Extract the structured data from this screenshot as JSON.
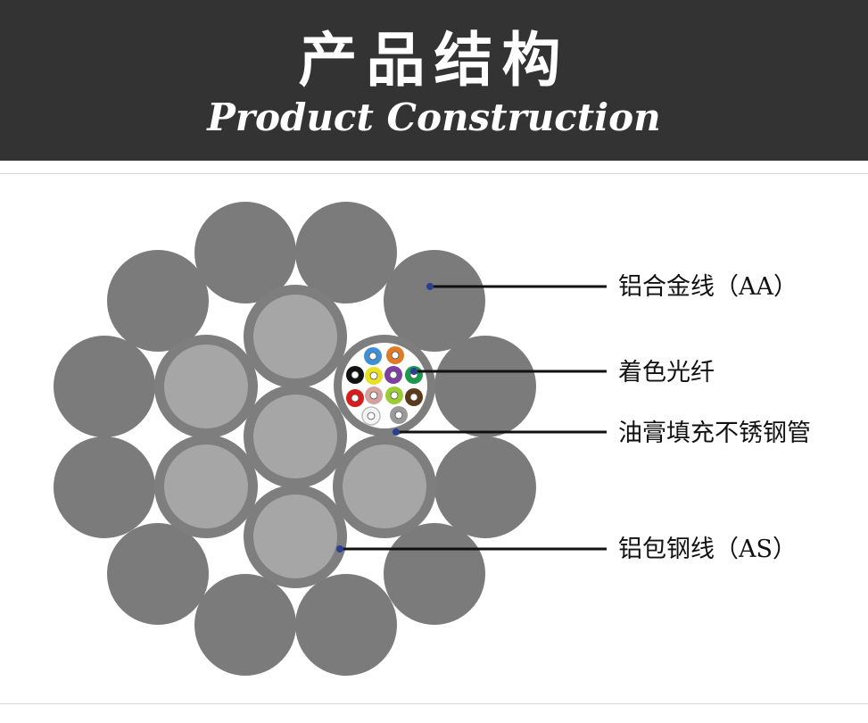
{
  "header": {
    "title_cn": "产品结构",
    "title_en": "Product Construction"
  },
  "labels": {
    "aa": "铝合金线（AA）",
    "fiber": "着色光纤",
    "tube": "油膏填充不锈钢管",
    "as": "铝包钢线（AS）"
  },
  "colors": {
    "header_bg": "#333333",
    "aa_wire": "#7b7b7b",
    "as_ring": "#7e7e7e",
    "as_core": "#a6a6a6",
    "leader_dot": "#2a3f8f"
  },
  "fiber_colors": [
    "#3d8fd6",
    "#e07a25",
    "#111111",
    "#e8e020",
    "#7d3fa0",
    "#1a9a4a",
    "#d81c1c",
    "#d4a0a0",
    "#9acd32",
    "#5a3a1a",
    "#f5f5f5",
    "#9a9a9a"
  ]
}
